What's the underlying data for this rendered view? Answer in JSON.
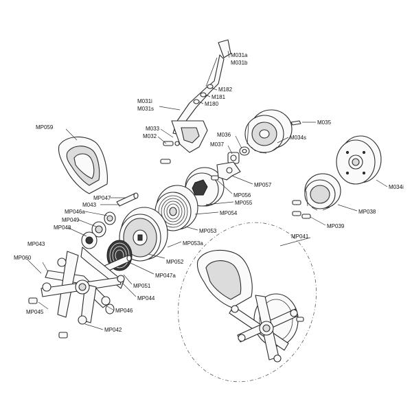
{
  "labels": {
    "m031a": "M031a",
    "m031b": "M031b",
    "m182": "M182",
    "m181": "M181",
    "m180": "M180",
    "m031i": "M031i",
    "m031s": "M031s",
    "m033": "M033",
    "m032": "M032",
    "m036": "M036",
    "m037": "M037",
    "m035": "M035",
    "m034s": "M034s",
    "m034i": "M034i",
    "mp059": "MP059",
    "mp047": "MP047",
    "m043": "M043",
    "mp046a": "MP046a",
    "mp049": "MP049",
    "mp048": "MP048",
    "mp043": "MP043",
    "mp060": "MP060",
    "mp045": "MP045",
    "mp042": "MP042",
    "mp046": "MP046",
    "mp044": "MP044",
    "mp051": "MP051",
    "mp047a": "MP047a",
    "mp052": "MP052",
    "mp053a": "MP053a",
    "mp053": "MP053",
    "mp054": "MP054",
    "mp055": "MP055",
    "mp056": "MP056",
    "mp057": "MP057",
    "mp038": "MP038",
    "mp039": "MP039",
    "mp041": "MP041"
  }
}
